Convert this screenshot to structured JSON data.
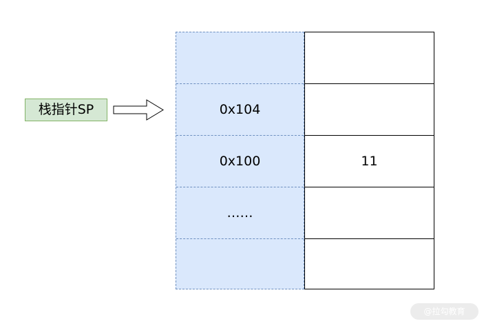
{
  "pointer": {
    "label": "栈指针SP"
  },
  "stack": {
    "addresses": [
      "",
      "0x104",
      "0x100",
      "……",
      ""
    ],
    "values": [
      "",
      "",
      "11",
      "",
      ""
    ]
  },
  "watermark": "@拉勾教育",
  "colors": {
    "pointer_fill": "#d5e8d4",
    "pointer_border": "#82b366",
    "address_fill": "#dae8fc",
    "address_border": "#6c8ebf",
    "value_border": "#000000"
  }
}
